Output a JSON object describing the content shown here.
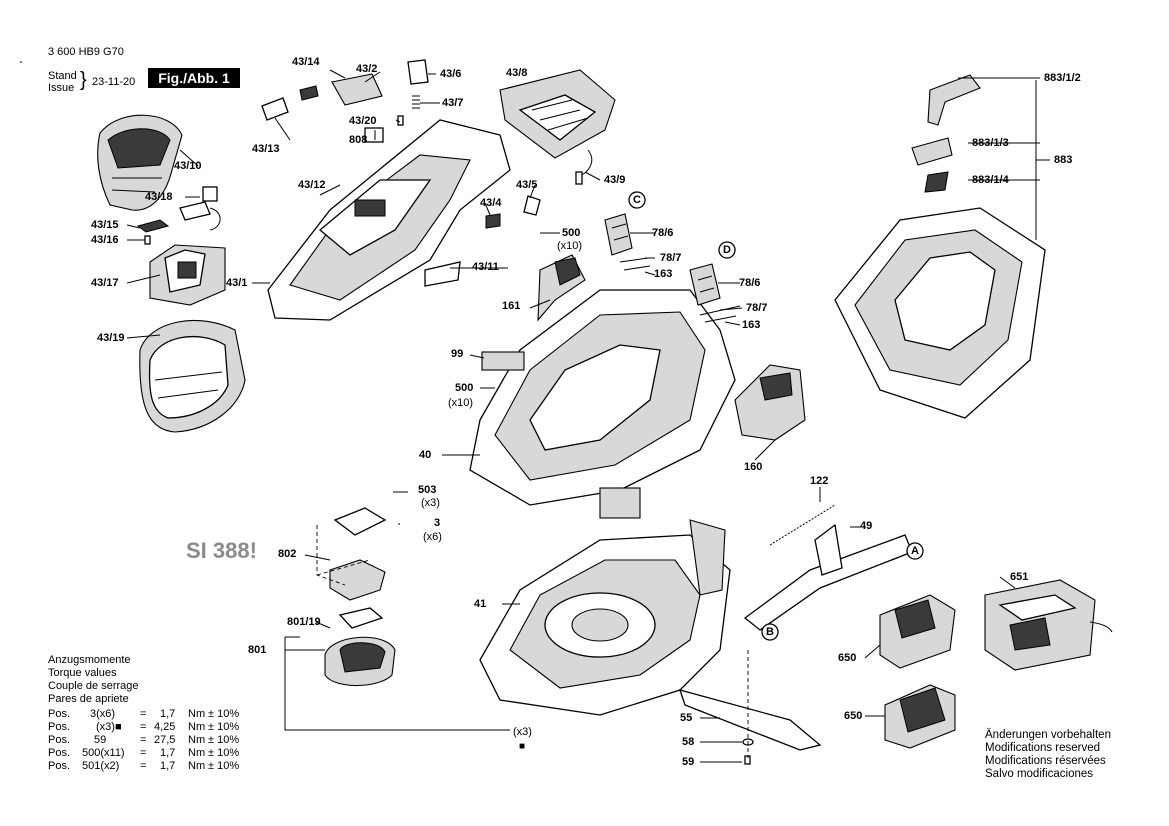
{
  "header": {
    "doc_number": "3 600 HB9 G70",
    "stand_label": "Stand",
    "issue_label": "Issue",
    "date": "23-11-20",
    "figure_label": "Fig./Abb. 1"
  },
  "si_note": "SI 388!",
  "part_labels": [
    {
      "id": "43/14",
      "text": "43/14"
    },
    {
      "id": "43/2",
      "text": "43/2"
    },
    {
      "id": "43/6",
      "text": "43/6"
    },
    {
      "id": "43/8",
      "text": "43/8"
    },
    {
      "id": "43/7",
      "text": "43/7"
    },
    {
      "id": "43/20",
      "text": "43/20"
    },
    {
      "id": "808",
      "text": "808"
    },
    {
      "id": "43/13",
      "text": "43/13"
    },
    {
      "id": "43/10",
      "text": "43/10"
    },
    {
      "id": "43/12",
      "text": "43/12"
    },
    {
      "id": "43/9",
      "text": "43/9"
    },
    {
      "id": "43/18",
      "text": "43/18"
    },
    {
      "id": "43/5",
      "text": "43/5"
    },
    {
      "id": "43/4",
      "text": "43/4"
    },
    {
      "id": "43/15",
      "text": "43/15"
    },
    {
      "id": "43/16",
      "text": "43/16"
    },
    {
      "id": "500a",
      "text": "500"
    },
    {
      "id": "x10a",
      "text": "(x10)"
    },
    {
      "id": "78/6a",
      "text": "78/6"
    },
    {
      "id": "43/11",
      "text": "43/11"
    },
    {
      "id": "78/7a",
      "text": "78/7"
    },
    {
      "id": "163a",
      "text": "163"
    },
    {
      "id": "43/17",
      "text": "43/17"
    },
    {
      "id": "43/1",
      "text": "43/1"
    },
    {
      "id": "78/6b",
      "text": "78/6"
    },
    {
      "id": "161",
      "text": "161"
    },
    {
      "id": "78/7b",
      "text": "78/7"
    },
    {
      "id": "163b",
      "text": "163"
    },
    {
      "id": "43/19",
      "text": "43/19"
    },
    {
      "id": "99",
      "text": "99"
    },
    {
      "id": "500b",
      "text": "500"
    },
    {
      "id": "x10b",
      "text": "(x10)"
    },
    {
      "id": "40",
      "text": "40"
    },
    {
      "id": "160",
      "text": "160"
    },
    {
      "id": "503",
      "text": "503"
    },
    {
      "id": "x3a",
      "text": "(x3)"
    },
    {
      "id": "3",
      "text": "3"
    },
    {
      "id": "x6",
      "text": "(x6)"
    },
    {
      "id": "802",
      "text": "802"
    },
    {
      "id": "122",
      "text": "122"
    },
    {
      "id": "49",
      "text": "49"
    },
    {
      "id": "41",
      "text": "41"
    },
    {
      "id": "801/19",
      "text": "801/19"
    },
    {
      "id": "801",
      "text": "801"
    },
    {
      "id": "55",
      "text": "55"
    },
    {
      "id": "x3b",
      "text": "(x3)"
    },
    {
      "id": "58",
      "text": "58"
    },
    {
      "id": "59",
      "text": "59"
    },
    {
      "id": "883/1/2",
      "text": "883/1/2"
    },
    {
      "id": "883/1/3",
      "text": "883/1/3"
    },
    {
      "id": "883",
      "text": "883"
    },
    {
      "id": "883/1/4",
      "text": "883/1/4"
    },
    {
      "id": "651",
      "text": "651"
    },
    {
      "id": "650a",
      "text": "650"
    },
    {
      "id": "650b",
      "text": "650"
    }
  ],
  "callouts": {
    "c": "C",
    "d": "D",
    "a": "A",
    "b": "B"
  },
  "torque": {
    "title_lines": [
      "Anzugsmomente",
      "Torque values",
      "Couple de serrage",
      "Pares de apriete"
    ],
    "rows": [
      {
        "pos": "Pos.",
        "item": "3(x6)",
        "eq": "=",
        "value": "1,7",
        "unit": "Nm",
        "tol": "± 10%"
      },
      {
        "pos": "Pos.",
        "item": "(x3)■",
        "eq": "=",
        "value": "4,25",
        "unit": "Nm",
        "tol": "± 10%"
      },
      {
        "pos": "Pos.",
        "item": "59",
        "eq": "=",
        "value": "27,5",
        "unit": "Nm",
        "tol": "± 10%"
      },
      {
        "pos": "Pos.",
        "item": "500(x11)",
        "eq": "=",
        "value": "1,7",
        "unit": "Nm",
        "tol": "± 10%"
      },
      {
        "pos": "Pos.",
        "item": "501(x2)",
        "eq": "=",
        "value": "1,7",
        "unit": "Nm",
        "tol": "± 10%"
      }
    ]
  },
  "square_marker": "■",
  "modifications": [
    "Änderungen vorbehalten",
    "Modifications reserved",
    "Modifications réservées",
    "Salvo modificaciones"
  ]
}
